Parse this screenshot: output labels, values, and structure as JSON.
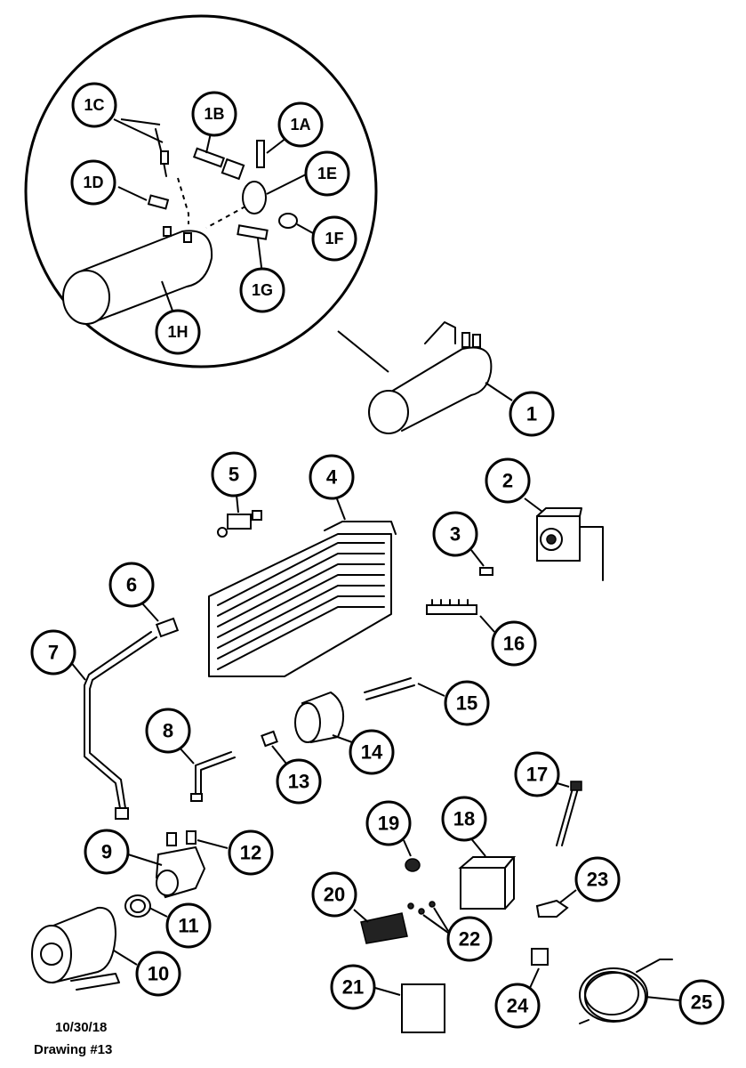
{
  "callouts": [
    "1",
    "1A",
    "1B",
    "1C",
    "1D",
    "1E",
    "1F",
    "1G",
    "1H",
    "2",
    "3",
    "4",
    "5",
    "6",
    "7",
    "8",
    "9",
    "10",
    "11",
    "12",
    "13",
    "14",
    "15",
    "16",
    "17",
    "18",
    "19",
    "20",
    "21",
    "22",
    "23",
    "24",
    "25"
  ],
  "footer": {
    "date": "10/30/18",
    "drawing": "Drawing #13"
  }
}
